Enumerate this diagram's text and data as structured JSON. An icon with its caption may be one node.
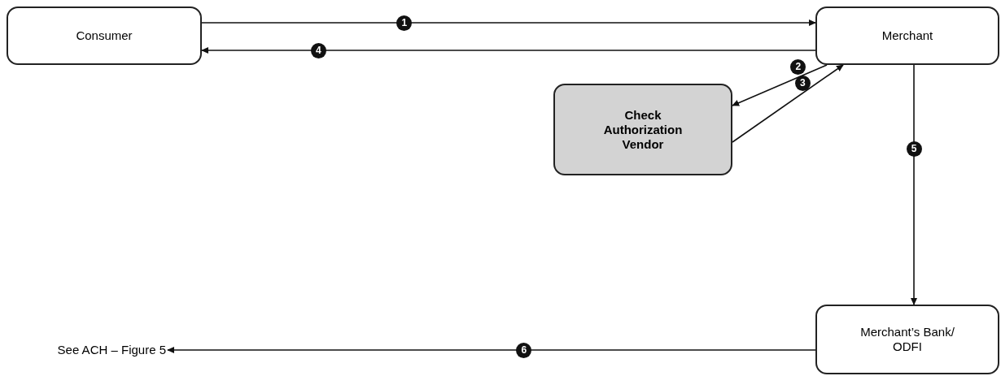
{
  "diagram": {
    "nodes": [
      {
        "text": [
          "Consumer"
        ]
      },
      {
        "text": [
          "Merchant"
        ]
      },
      {
        "text": [
          "Check Authorization Vendor"
        ]
      },
      {
        "text": [
          "Merchant’s Bank/ ODFI"
        ]
      },
      {
        "text": [
          "See ACH – Figure 5"
        ]
      }
    ],
    "edges": [
      {
        "from": 0,
        "to": 1,
        "arrow": "to",
        "label": "1"
      },
      {
        "from": 1,
        "to": 0,
        "arrow": "to",
        "label": "4"
      },
      {
        "from": 1,
        "to": 2,
        "arrow": "to",
        "label": "2"
      },
      {
        "from": 2,
        "to": 1,
        "arrow": "to",
        "label": "3"
      },
      {
        "from": 1,
        "to": 3,
        "arrow": "to",
        "label": "5"
      },
      {
        "from": 3,
        "to": 4,
        "arrow": "to",
        "label": "6"
      }
    ]
  }
}
